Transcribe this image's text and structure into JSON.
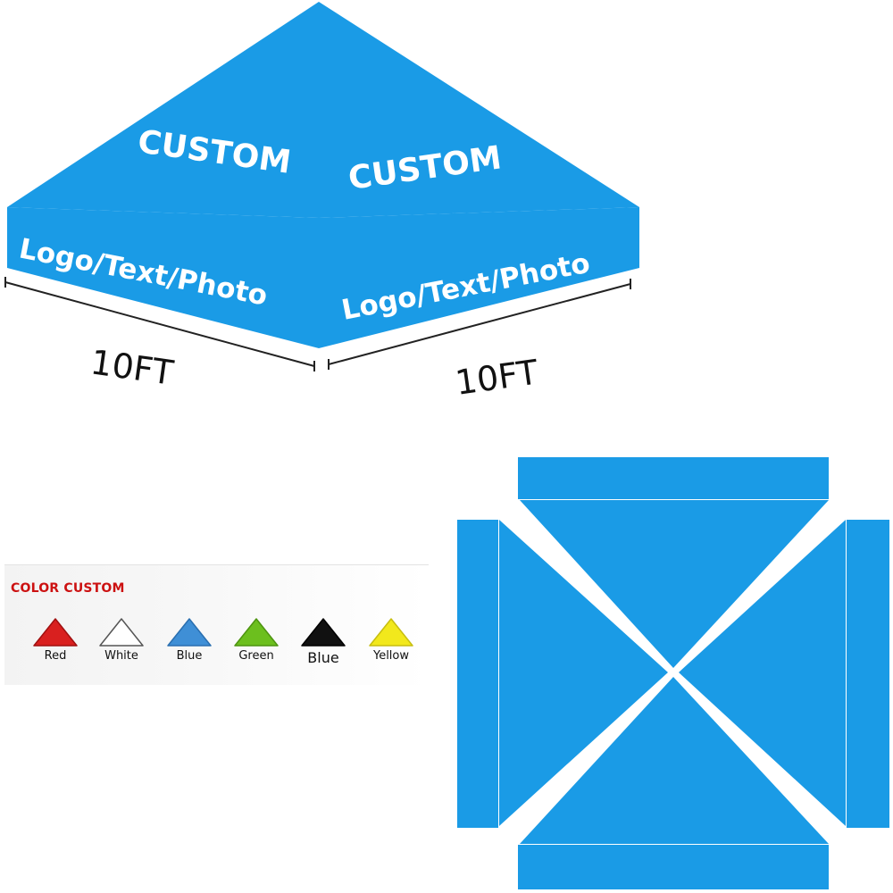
{
  "canopy": {
    "left_panel_title": "CUSTOM",
    "right_panel_title": "CUSTOM",
    "left_valance_text": "Logo/Text/Photo",
    "right_valance_text": "Logo/Text/Photo",
    "left_dimension": "10FT",
    "right_dimension": "10FT",
    "canopy_color": "#1a9be6"
  },
  "color_custom": {
    "title": "COLOR CUSTOM",
    "title_color": "#cc1111",
    "swatches": [
      {
        "label": "Red",
        "color": "#d9201f"
      },
      {
        "label": "White",
        "color": "#ffffff"
      },
      {
        "label": "Blue",
        "color": "#3f8fd6"
      },
      {
        "label": "Green",
        "color": "#6cbf1e"
      },
      {
        "label": "Blue",
        "color": "#111111"
      },
      {
        "label": "Yellow",
        "color": "#f2e81c"
      }
    ]
  }
}
